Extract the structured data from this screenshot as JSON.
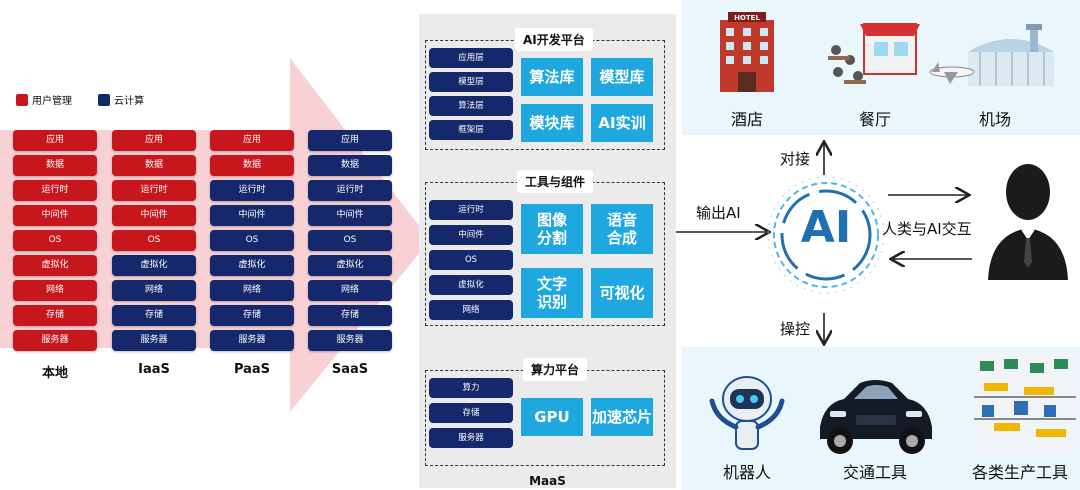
{
  "legend": {
    "items": [
      {
        "label": "用户管理",
        "color": "#c8161d"
      },
      {
        "label": "云计算",
        "color": "#14286b"
      }
    ]
  },
  "stacks": [
    {
      "name": "本地",
      "layers": [
        {
          "label": "应用",
          "managed": "user"
        },
        {
          "label": "数据",
          "managed": "user"
        },
        {
          "label": "运行时",
          "managed": "user"
        },
        {
          "label": "中间件",
          "managed": "user"
        },
        {
          "label": "OS",
          "managed": "user"
        },
        {
          "label": "虚拟化",
          "managed": "user"
        },
        {
          "label": "网络",
          "managed": "user"
        },
        {
          "label": "存储",
          "managed": "user"
        },
        {
          "label": "服务器",
          "managed": "user"
        }
      ]
    },
    {
      "name": "IaaS",
      "layers": [
        {
          "label": "应用",
          "managed": "user"
        },
        {
          "label": "数据",
          "managed": "user"
        },
        {
          "label": "运行时",
          "managed": "user"
        },
        {
          "label": "中间件",
          "managed": "user"
        },
        {
          "label": "OS",
          "managed": "user"
        },
        {
          "label": "虚拟化",
          "managed": "cloud"
        },
        {
          "label": "网络",
          "managed": "cloud"
        },
        {
          "label": "存储",
          "managed": "cloud"
        },
        {
          "label": "服务器",
          "managed": "cloud"
        }
      ]
    },
    {
      "name": "PaaS",
      "layers": [
        {
          "label": "应用",
          "managed": "user"
        },
        {
          "label": "数据",
          "managed": "user"
        },
        {
          "label": "运行时",
          "managed": "cloud"
        },
        {
          "label": "中间件",
          "managed": "cloud"
        },
        {
          "label": "OS",
          "managed": "cloud"
        },
        {
          "label": "虚拟化",
          "managed": "cloud"
        },
        {
          "label": "网络",
          "managed": "cloud"
        },
        {
          "label": "存储",
          "managed": "cloud"
        },
        {
          "label": "服务器",
          "managed": "cloud"
        }
      ]
    },
    {
      "name": "SaaS",
      "layers": [
        {
          "label": "应用",
          "managed": "cloud"
        },
        {
          "label": "数据",
          "managed": "cloud"
        },
        {
          "label": "运行时",
          "managed": "cloud"
        },
        {
          "label": "中间件",
          "managed": "cloud"
        },
        {
          "label": "OS",
          "managed": "cloud"
        },
        {
          "label": "虚拟化",
          "managed": "cloud"
        },
        {
          "label": "网络",
          "managed": "cloud"
        },
        {
          "label": "存储",
          "managed": "cloud"
        },
        {
          "label": "服务器",
          "managed": "cloud"
        }
      ]
    }
  ],
  "maas": {
    "label": "MaaS",
    "ai_platform": {
      "title": "AI开发平台",
      "layers": [
        "应用层",
        "模型层",
        "算法层",
        "框架层"
      ],
      "tiles": [
        "算法库",
        "模型库",
        "模块库",
        "AI实训"
      ]
    },
    "tools": {
      "title": "工具与组件",
      "layers": [
        "运行时",
        "中间件",
        "OS",
        "虚拟化",
        "网络"
      ],
      "tiles": [
        "图像\n分割",
        "语音\n合成",
        "文字\n识别",
        "可视化"
      ]
    },
    "compute": {
      "title": "算力平台",
      "layers": [
        "算力",
        "存储",
        "服务器"
      ],
      "tiles": [
        "GPU",
        "加速芯片"
      ]
    }
  },
  "ai_hub": {
    "center": "AI",
    "output_label": "输出AI",
    "up_label": "对接",
    "down_label": "操控",
    "human_label": "人类与AI交互"
  },
  "scenes_top": [
    {
      "label": "酒店",
      "sign": "HOTEL",
      "icon": "hotel-icon"
    },
    {
      "label": "餐厅",
      "sign": "",
      "icon": "restaurant-icon"
    },
    {
      "label": "机场",
      "icon": "airport-icon"
    }
  ],
  "scenes_bottom": [
    {
      "label": "机器人",
      "icon": "robot-icon"
    },
    {
      "label": "交通工具",
      "icon": "car-icon"
    },
    {
      "label": "各类生产工具",
      "icon": "factory-icon"
    }
  ],
  "colors": {
    "user": "#c8161d",
    "cloud": "#14286b",
    "tile": "#1fa8e0",
    "arrow": "#f6c9cd",
    "panel": "#ebebeb",
    "scene_bg": "#e9f6fb",
    "ai": "#1f6fb2"
  }
}
